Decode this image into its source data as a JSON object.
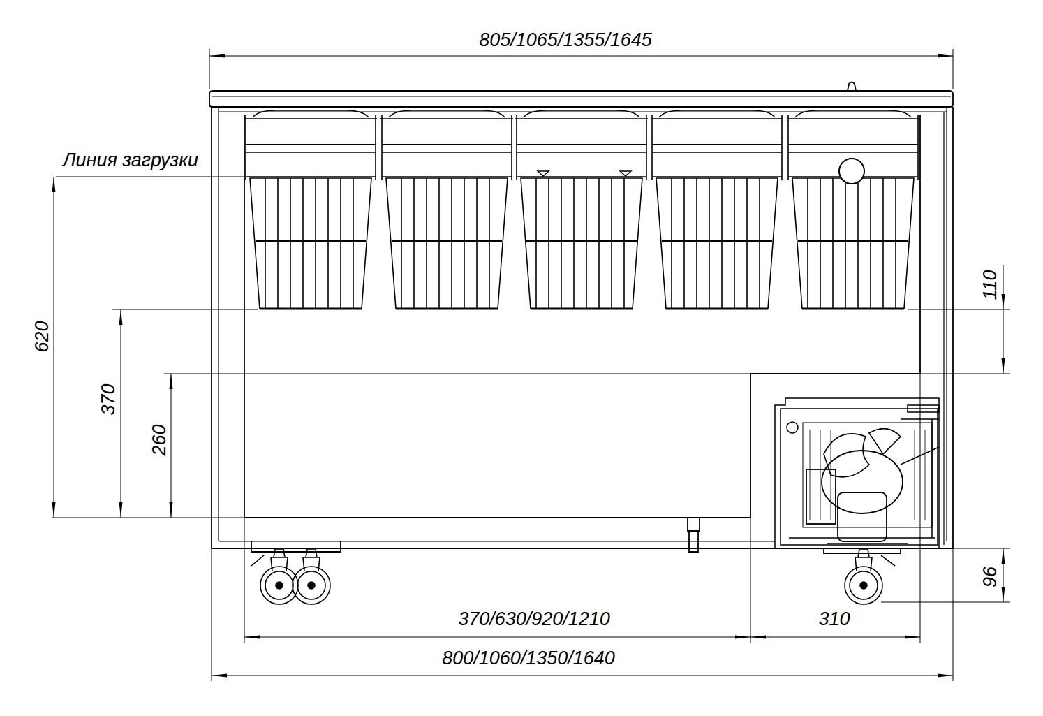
{
  "diagram": {
    "labels": [
      "805/1065/1355/1645",
      "Линия загрузки",
      "620",
      "370",
      "260",
      "110",
      "96",
      "370/630/920/1210",
      "310",
      "800/1060/1350/1640"
    ]
  }
}
